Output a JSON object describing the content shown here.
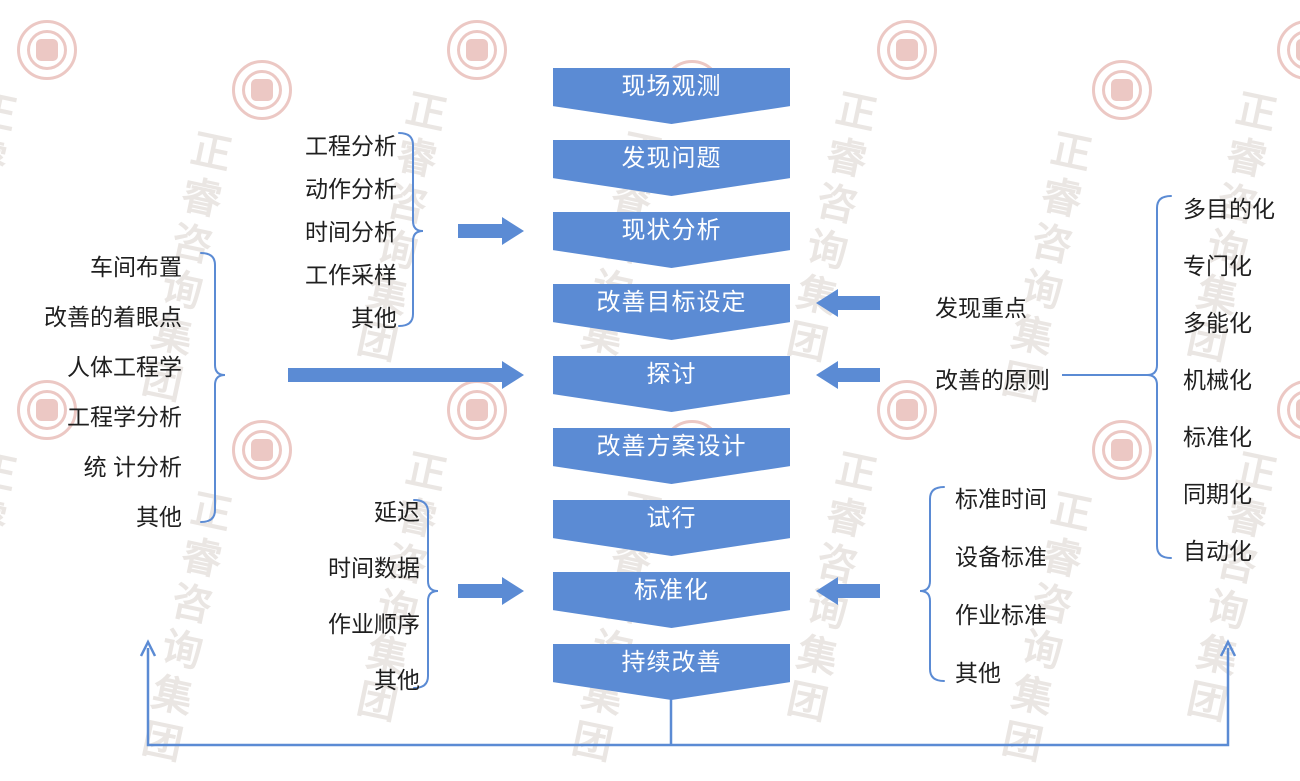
{
  "watermark": {
    "text": "正睿咨询集团"
  },
  "flow_steps": [
    "现场观测",
    "发现问题",
    "现状分析",
    "改善目标设定",
    "探讨",
    "改善方案设计",
    "试行",
    "标准化",
    "持续改善"
  ],
  "left_groups": [
    {
      "items": [
        "工程分析",
        "动作分析",
        "时间分析",
        "工作采样",
        "其他"
      ]
    },
    {
      "items": [
        "车间布置",
        "改善的着眼点",
        "人体工程学",
        "工程学分析",
        "统 计分析",
        "其他"
      ]
    },
    {
      "items": [
        "延迟",
        "时间数据",
        "作业顺序",
        "其他"
      ]
    }
  ],
  "right_labels": {
    "key_points": "发现重点",
    "principles": "改善的原则"
  },
  "principles_items": [
    "多目的化",
    "专门化",
    "多能化",
    "机械化",
    "标准化",
    "同期化",
    "自动化"
  ],
  "standards_items": [
    "标准时间",
    "设备标准",
    "作业标准",
    "其他"
  ],
  "colors": {
    "accent": "#5B8BD4",
    "box_text": "#FFFFFF",
    "label_text": "#1F1F1F",
    "watermark_text": "#EAE6E3",
    "watermark_seal": "#ECC8C4"
  }
}
